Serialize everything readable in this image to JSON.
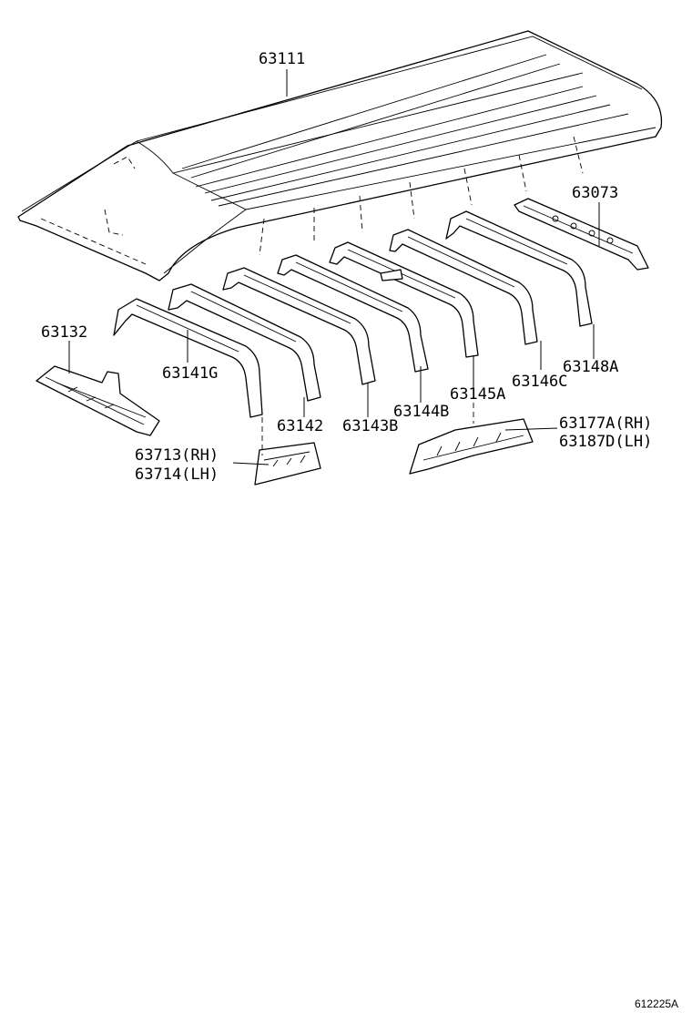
{
  "labels": {
    "p63111": "63111",
    "p63073": "63073",
    "p63132": "63132",
    "p63141G": "63141G",
    "p63142": "63142",
    "p63143B": "63143B",
    "p63144B": "63144B",
    "p63145A": "63145A",
    "p63146C": "63146C",
    "p63148A": "63148A",
    "p63177A": "63177A(RH)",
    "p63187D": "63187D(LH)",
    "p63713": "63713(RH)",
    "p63714": "63714(LH)"
  },
  "figure_code": "612225A"
}
